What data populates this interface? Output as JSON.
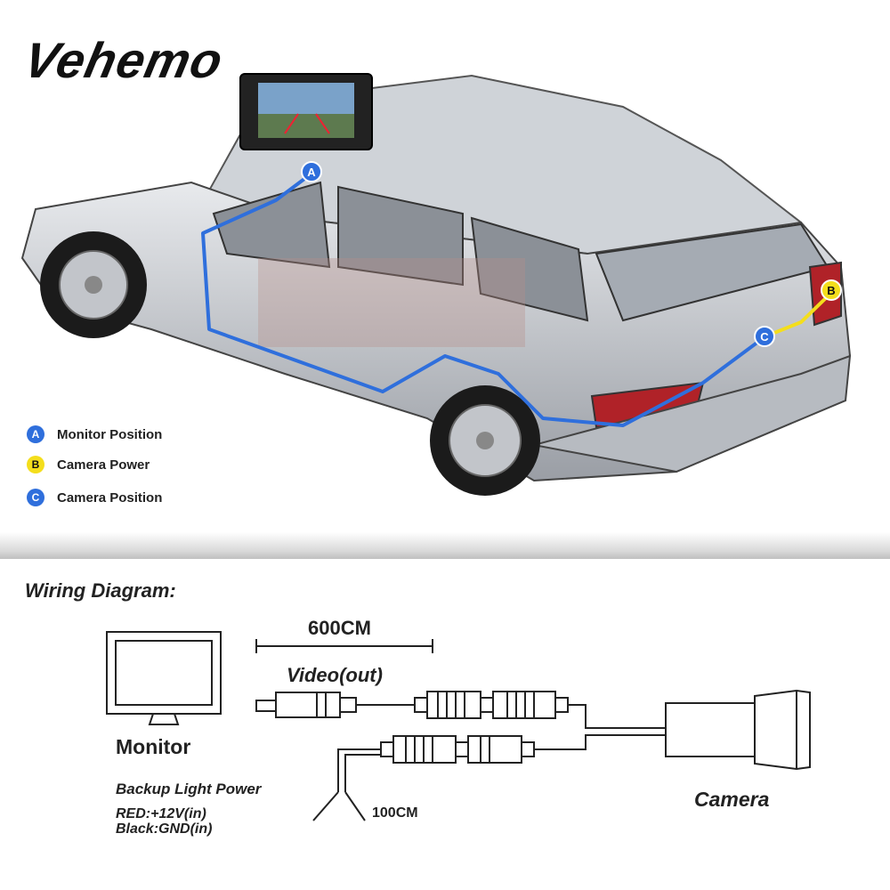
{
  "brand": {
    "name": "Vehemo"
  },
  "markers": {
    "a": "A",
    "b": "B",
    "c": "C"
  },
  "legend": [
    {
      "letter": "A",
      "label": "Monitor Position",
      "color": "#2f6fdc"
    },
    {
      "letter": "B",
      "label": "Camera Power",
      "color": "#f4de1c"
    },
    {
      "letter": "C",
      "label": "Camera Position",
      "color": "#2f6fdc"
    }
  ],
  "wiring": {
    "title": "Wiring Diagram:",
    "cable_length": "600CM",
    "video_label": "Video(out)",
    "monitor_label": "Monitor",
    "camera_label": "Camera",
    "power_title": "Backup Light Power",
    "red_wire": "RED:+12V(in)",
    "black_wire": "Black:GND(in)",
    "power_length": "100CM"
  },
  "colors": {
    "route": "#2f6fdc",
    "power": "#f4de1c",
    "car_body": "#c8cbd0"
  }
}
